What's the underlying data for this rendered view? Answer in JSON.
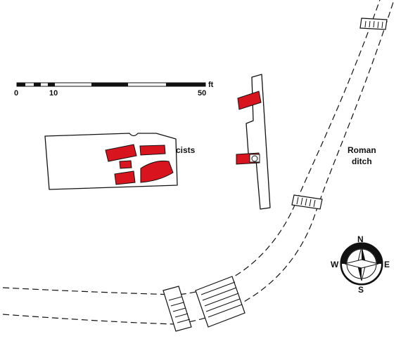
{
  "labels": {
    "cists": "cists",
    "roman_ditch_line1": "Roman",
    "roman_ditch_line2": "ditch"
  },
  "scale_bar": {
    "unit": "ft",
    "ticks": [
      "0",
      "10",
      "50"
    ]
  },
  "compass": {
    "north": "N",
    "south": "S",
    "east": "E",
    "west": "W"
  },
  "colors": {
    "cist_fill": "#d8141e",
    "line": "#111111"
  }
}
